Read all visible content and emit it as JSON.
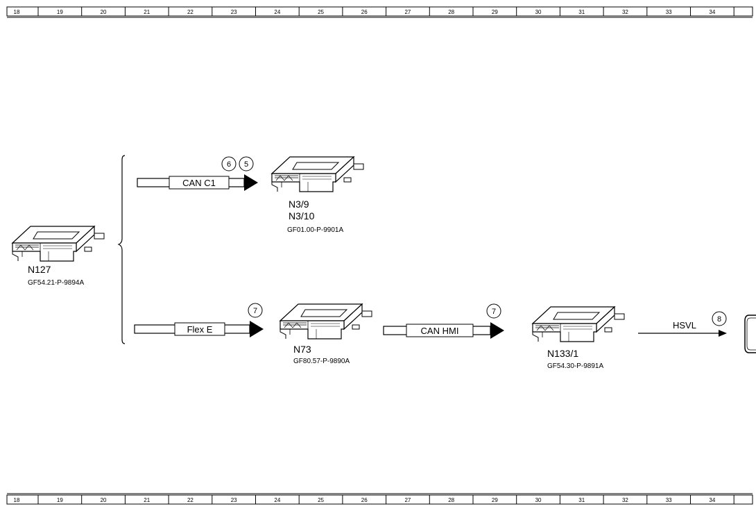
{
  "ruler": {
    "labels": [
      "18",
      "19",
      "20",
      "21",
      "22",
      "23",
      "24",
      "25",
      "26",
      "27",
      "28",
      "29",
      "30",
      "31",
      "32",
      "33",
      "34"
    ]
  },
  "modules": {
    "n127": {
      "name": "N127",
      "ref": "GF54.21-P-9894A"
    },
    "n3": {
      "name1": "N3/9",
      "name2": "N3/10",
      "ref": "GF01.00-P-9901A"
    },
    "n73": {
      "name": "N73",
      "ref": "GF80.57-P-9890A"
    },
    "n133": {
      "name": "N133/1",
      "ref": "GF54.30-P-9891A"
    }
  },
  "buses": {
    "can_c1": {
      "label": "CAN C1",
      "callouts": [
        "6",
        "5"
      ]
    },
    "flex_e": {
      "label": "Flex E",
      "callouts": [
        "7"
      ]
    },
    "can_hmi": {
      "label": "CAN HMI",
      "callouts": [
        "7"
      ]
    },
    "hsvl": {
      "label": "HSVL",
      "callouts": [
        "8"
      ]
    }
  }
}
